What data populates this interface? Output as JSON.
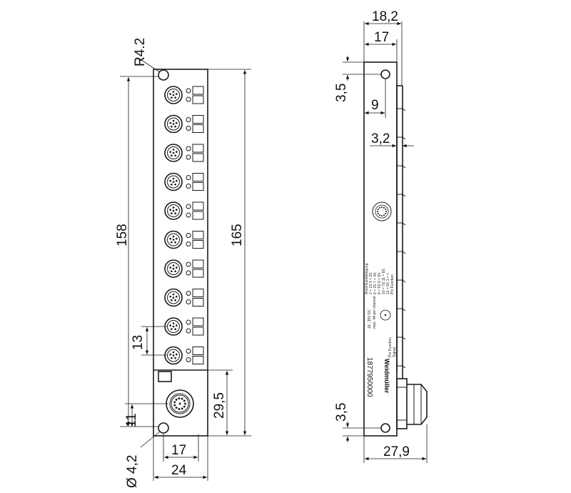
{
  "front_view": {
    "dimensions": {
      "corner_radius": "R4.2",
      "overall_height": "165",
      "port_span": "158",
      "port_pitch": "13",
      "connector_height": "29,5",
      "connector_offset": "11",
      "hole_diameter": "Ø 4,2",
      "hole_spacing": "17",
      "body_width": "24"
    },
    "port_count": 10
  },
  "side_view": {
    "dimensions": {
      "total_depth": "18,2",
      "body_depth": "17",
      "top_hole_offset": "3,5",
      "hole_depth": "9",
      "slot": "3,2",
      "bottom_hole_offset": "3,5",
      "connector_depth": "27,9"
    },
    "label": {
      "brand": "Weidmüller",
      "part_number": "1877950000"
    }
  }
}
